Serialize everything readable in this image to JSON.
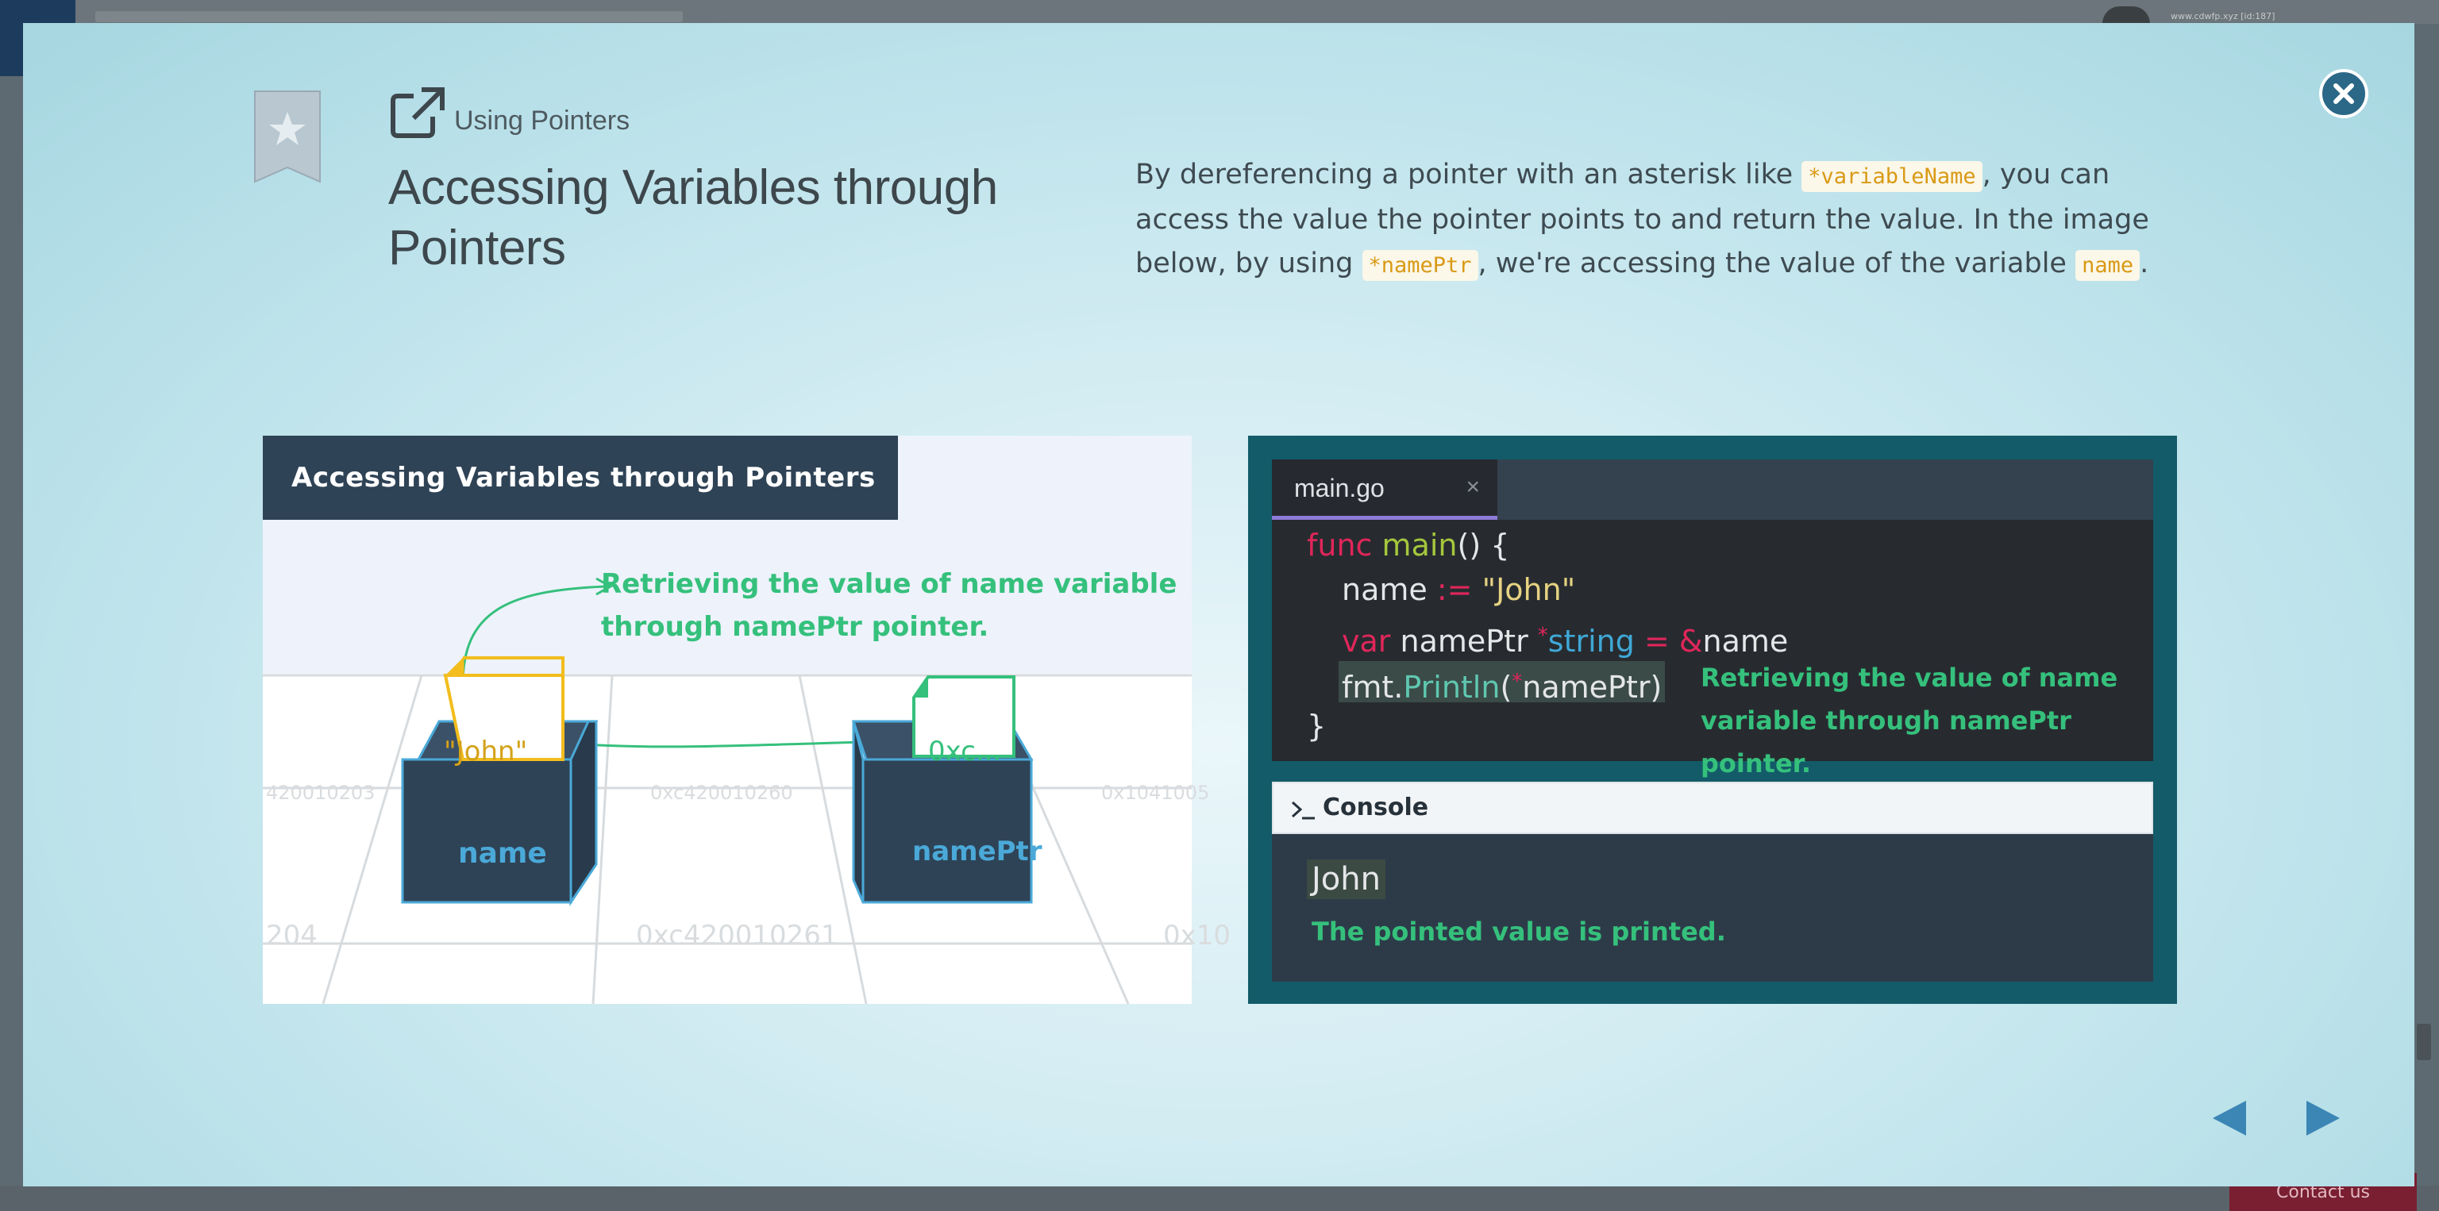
{
  "background": {
    "user_text": "www.cdwfp.xyz [id:187]",
    "contact_label": "Contact us"
  },
  "lesson": {
    "section_label": "Using Pointers",
    "title": "Accessing Variables through Pointers",
    "description": [
      {
        "text": "By dereferencing a pointer with an asterisk like "
      },
      {
        "code": "*variableName"
      },
      {
        "text": ", you can access the value the pointer points to and return the value. In the image below, by using "
      },
      {
        "code": "*namePtr"
      },
      {
        "text": ", we're accessing the value of the variable "
      },
      {
        "code": "name"
      },
      {
        "text": "."
      }
    ]
  },
  "illustration": {
    "title": "Accessing Variables through Pointers",
    "annotation_line1": "Retrieving the value of name variable",
    "annotation_line2": "through namePtr pointer.",
    "box_name_label": "name",
    "box_ptr_label": "namePtr",
    "note_name_value": "\"John\"",
    "note_ptr_value": "0xc...",
    "addresses": [
      "420010203",
      "0xc420010260",
      "0x1041005",
      "204",
      "0xc420010261",
      "0x10"
    ],
    "colors": {
      "box": "#2f4356",
      "box_border": "#4aa9d8",
      "value_note": "#f2bd1d",
      "pointer_note": "#35c07c",
      "arrow": "#35c07c"
    }
  },
  "editor": {
    "tab_label": "main.go",
    "tab_close": "×",
    "code": {
      "l1_kw": "func",
      "l1_fn": "main",
      "l1_rest": "() {",
      "l2_a": "name ",
      "l2_op": ":=",
      "l2_str": " \"John\"",
      "l3_kw": "var",
      "l3_a": " namePtr ",
      "l3_star": "*",
      "l3_type": "string",
      "l3_op": " = &",
      "l3_b": "name",
      "l4_pkg": "fmt",
      "l4_dot": ".",
      "l4_fn": "Println",
      "l4_paren": "(",
      "l4_star": "*",
      "l4_arg": "namePtr)",
      "l5": "}"
    },
    "annotation_line1": "Retrieving the value of name",
    "annotation_line2": "variable through namePtr pointer."
  },
  "console": {
    "label": "Console",
    "output": "John",
    "annotation": "The pointed value is printed."
  },
  "navigation": {
    "prev_icon": "triangle-left-icon",
    "next_icon": "triangle-right-icon",
    "accent": "#3c86b5"
  }
}
